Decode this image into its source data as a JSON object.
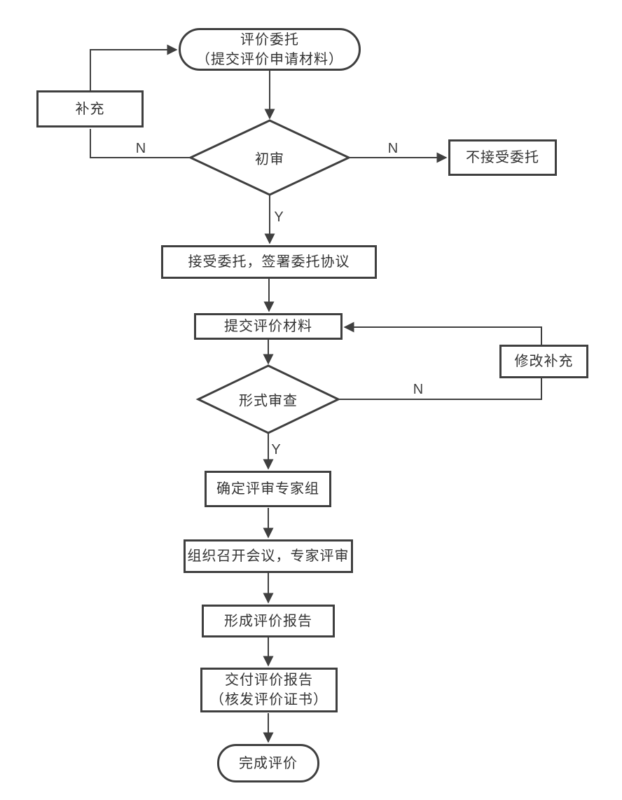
{
  "diagram": {
    "nodes": {
      "start": {
        "type": "terminator",
        "line1": "评价委托",
        "line2": "（提交评价申请材料）"
      },
      "supplement": {
        "type": "process",
        "label": "补充"
      },
      "initial_review": {
        "type": "decision",
        "label": "初审"
      },
      "reject": {
        "type": "process",
        "label": "不接受委托"
      },
      "accept": {
        "type": "process",
        "label": "接受委托，签署委托协议"
      },
      "submit_materials": {
        "type": "process",
        "label": "提交评价材料"
      },
      "revise_supplement": {
        "type": "process",
        "label": "修改补充"
      },
      "formal_review": {
        "type": "decision",
        "label": "形式审查"
      },
      "expert_panel": {
        "type": "process",
        "label": "确定评审专家组"
      },
      "review_meeting": {
        "type": "process",
        "label": "组织召开会议，专家评审"
      },
      "form_report": {
        "type": "process",
        "label": "形成评价报告"
      },
      "deliver_report": {
        "type": "process",
        "line1": "交付评价报告",
        "line2": "（核发评价证书）"
      },
      "finish": {
        "type": "terminator",
        "label": "完成评价"
      }
    },
    "edge_labels": {
      "initial_review_no_left": "N",
      "initial_review_no_right": "N",
      "initial_review_yes": "Y",
      "formal_review_no": "N",
      "formal_review_yes": "Y"
    },
    "colors": {
      "line": "#3f3f3f",
      "node_border": "#3f3f3f",
      "node_fill": "#ffffff",
      "text": "#333333",
      "background": "#ffffff"
    }
  }
}
